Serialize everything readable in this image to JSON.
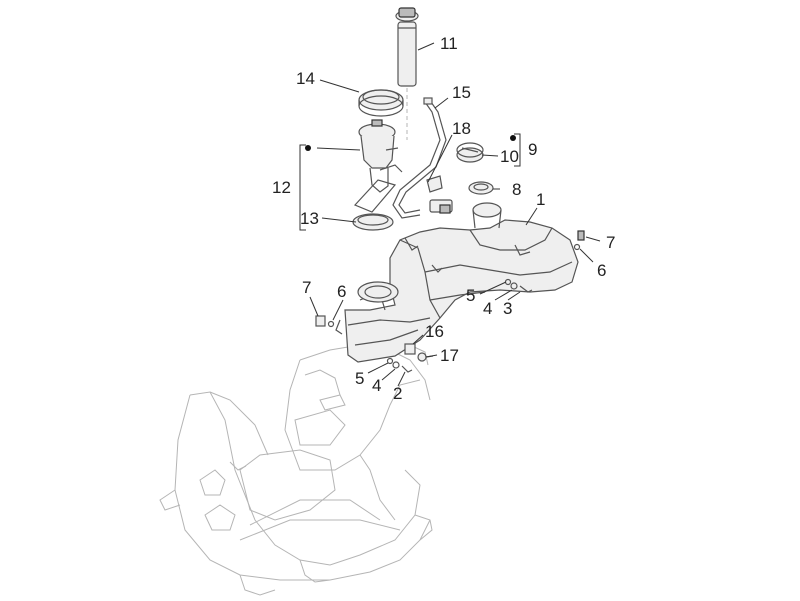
{
  "diagram": {
    "labels": [
      {
        "id": "l11a",
        "text": "11"
      },
      {
        "id": "l14",
        "text": "14"
      },
      {
        "id": "l15",
        "text": "15"
      },
      {
        "id": "l18",
        "text": "18"
      },
      {
        "id": "l9",
        "text": "9"
      },
      {
        "id": "l10",
        "text": "10"
      },
      {
        "id": "l8",
        "text": "8"
      },
      {
        "id": "l12",
        "text": "12"
      },
      {
        "id": "l13",
        "text": "13"
      },
      {
        "id": "l1",
        "text": "1"
      },
      {
        "id": "l7a",
        "text": "7"
      },
      {
        "id": "l6a",
        "text": "6"
      },
      {
        "id": "l7b",
        "text": "7"
      },
      {
        "id": "l6b",
        "text": "6"
      },
      {
        "id": "l5a",
        "text": "5"
      },
      {
        "id": "l4a",
        "text": "4"
      },
      {
        "id": "l3",
        "text": "3"
      },
      {
        "id": "l16",
        "text": "16"
      },
      {
        "id": "l17",
        "text": "17"
      },
      {
        "id": "l5b",
        "text": "5"
      },
      {
        "id": "l4b",
        "text": "4"
      },
      {
        "id": "l2",
        "text": "2"
      }
    ]
  }
}
